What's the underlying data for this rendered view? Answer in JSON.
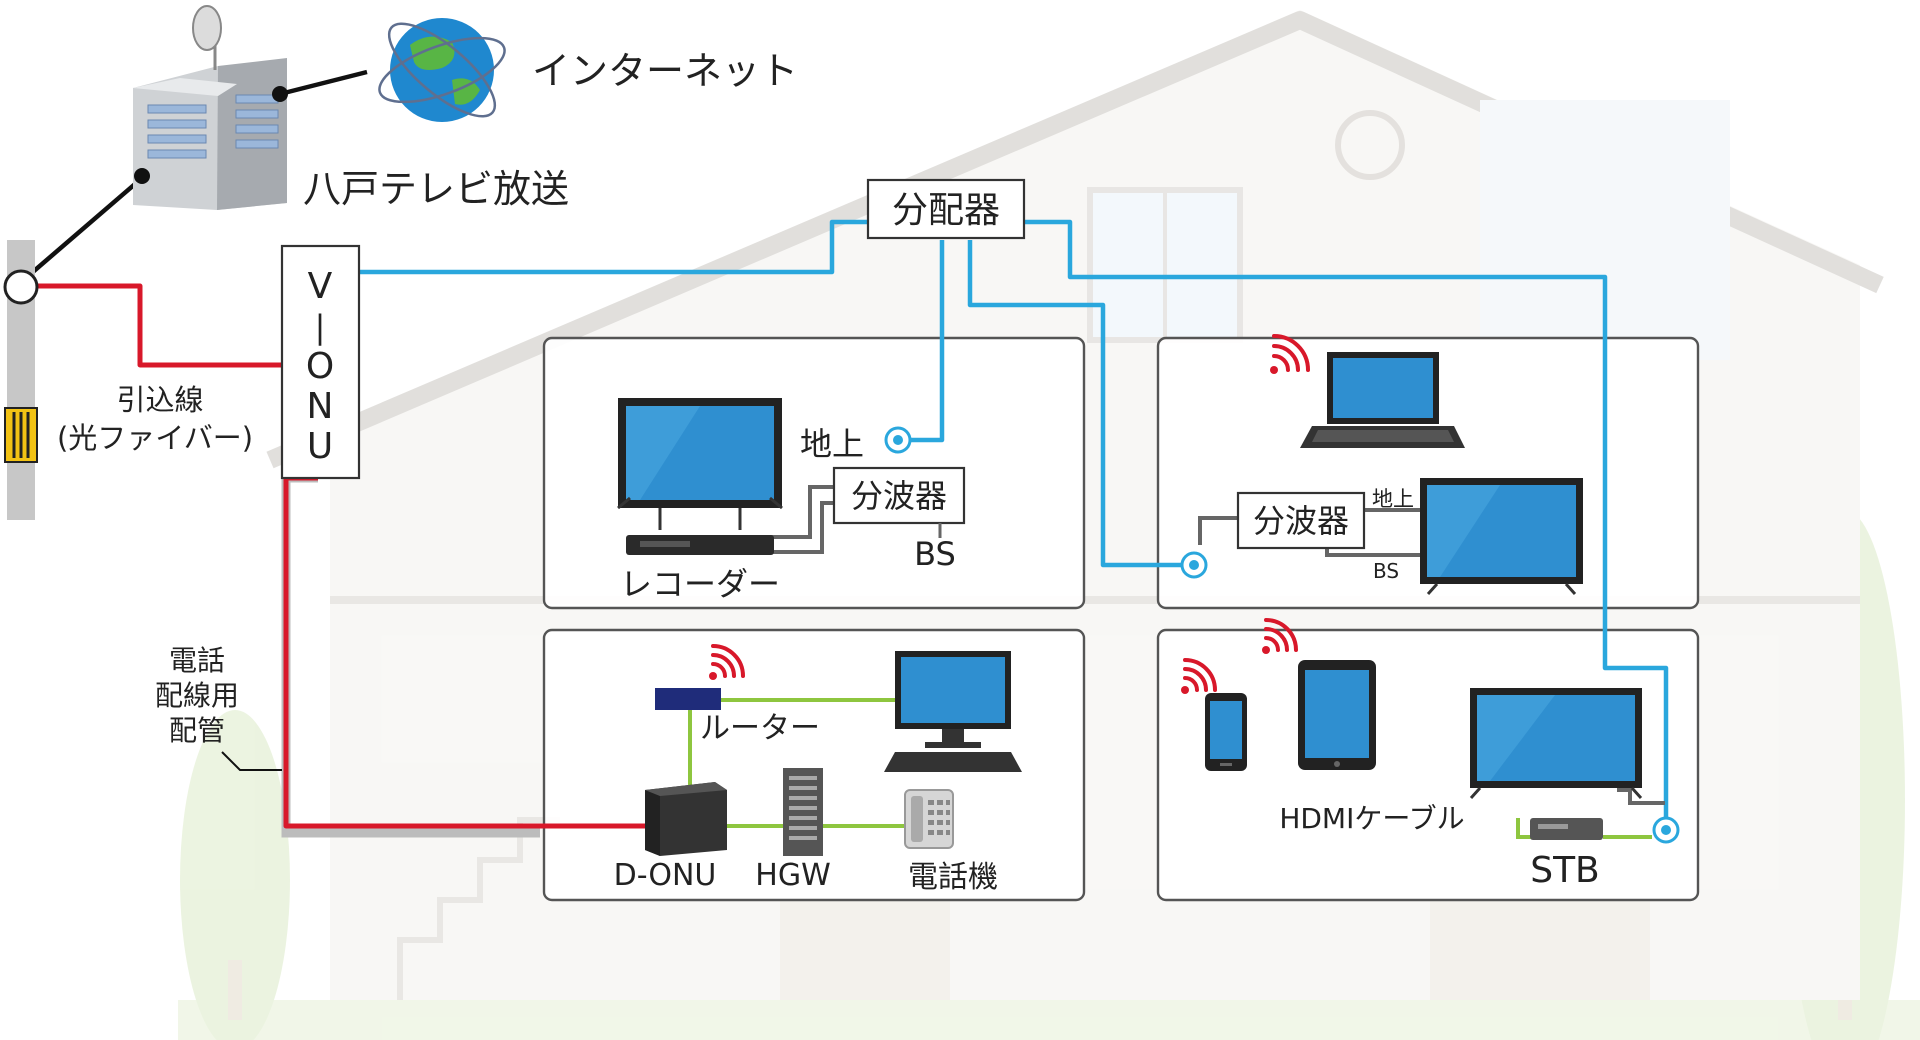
{
  "labels": {
    "internet": "インターネット",
    "broadcaster": "八戸テレビ放送",
    "vonu": [
      "V",
      "|",
      "O",
      "N",
      "U"
    ],
    "dropline_1": "引込線",
    "dropline_2": "(光ファイバー)",
    "phone_conduit": [
      "電話",
      "配線用",
      "配管"
    ],
    "splitter": "分配器",
    "separator": "分波器",
    "terrestrial": "地上",
    "bs": "BS",
    "recorder": "レコーダー",
    "router": "ルーター",
    "donu": "D-ONU",
    "hgw": "HGW",
    "telephone": "電話機",
    "hdmi_cable": "HDMIケーブル",
    "stb": "STB"
  },
  "colors": {
    "fiber": "#d8182a",
    "coax": "#2aa7dd",
    "lan": "#8ec63f",
    "cable": "#555555",
    "wifi": "#d8182a",
    "screen": "#2f8fd0"
  }
}
